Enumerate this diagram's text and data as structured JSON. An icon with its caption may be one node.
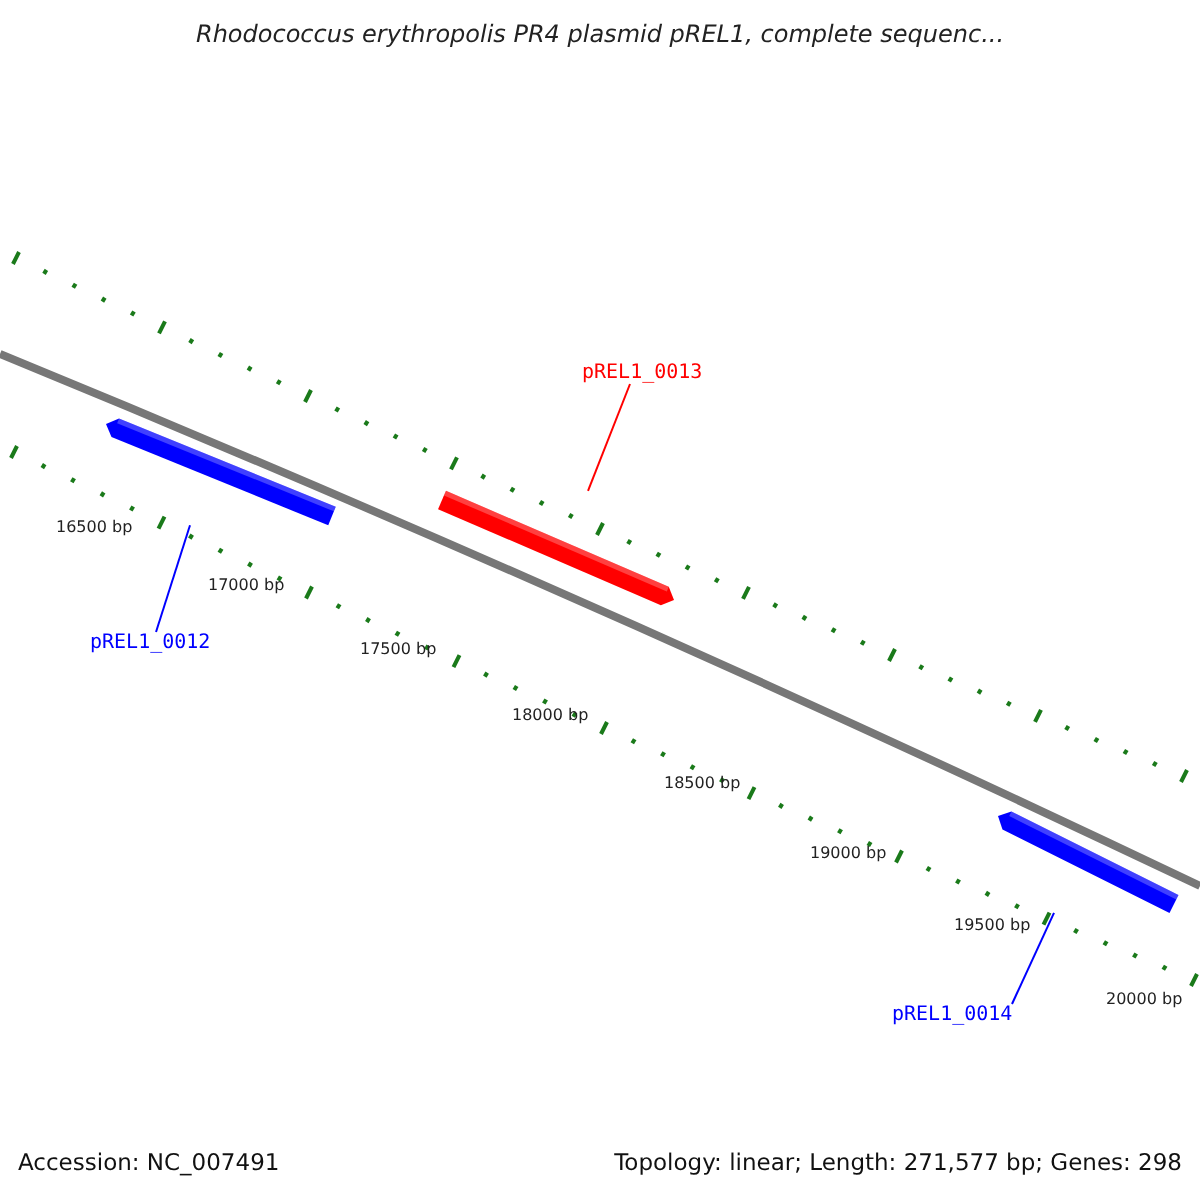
{
  "diagram": {
    "title": "Rhodococcus erythropolis PR4 plasmid pREL1, complete sequenc...",
    "nodes": [
      {
        "text": [
          "pREL1_0012"
        ]
      },
      {
        "text": [],
        "shape": "bar"
      },
      {
        "text": [
          "pREL1_0013"
        ]
      },
      {
        "text": [],
        "shape": "bar"
      },
      {
        "text": [
          "pREL1_0014"
        ]
      },
      {
        "text": [],
        "shape": "bar"
      }
    ],
    "edges": [
      {
        "from": 0,
        "to": 1,
        "arrow": "none",
        "color": "#0000ff"
      },
      {
        "from": 2,
        "to": 3,
        "arrow": "none",
        "color": "#ff0000"
      },
      {
        "from": 4,
        "to": 5,
        "arrow": "none",
        "color": "#0000ff"
      }
    ],
    "labels": [
      "16500 bp",
      "17000 bp",
      "17500 bp",
      "18000 bp",
      "18500 bp",
      "19000 bp",
      "19500 bp",
      "20000 bp",
      "Accession: NC_007491",
      "Topology: linear; Length: 271,577 bp; Genes: 298"
    ]
  }
}
